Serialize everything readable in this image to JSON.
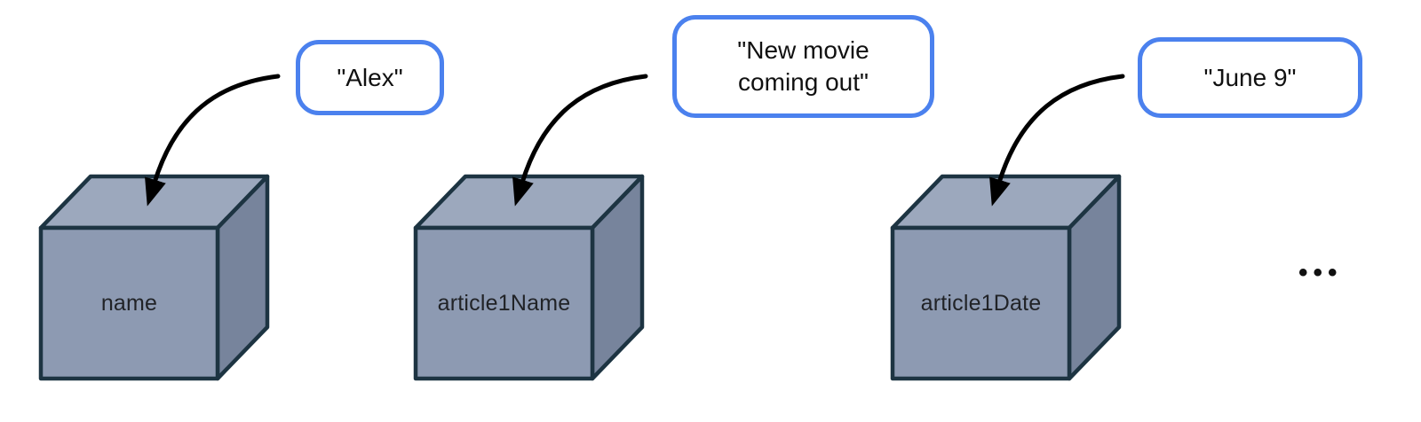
{
  "diagram": {
    "variables": [
      {
        "name": "name",
        "value": "\"Alex\""
      },
      {
        "name": "article1Name",
        "value": "\"New movie coming out\""
      },
      {
        "name": "article1Date",
        "value": "\"June 9\""
      }
    ],
    "ellipsis": "•••",
    "colors": {
      "cube_front": "#8D9AB2",
      "cube_top": "#9CA8BD",
      "cube_side": "#77849C",
      "cube_outline": "#1D3442",
      "bubble_border": "#4B81EE",
      "bubble_background": "#FFFFFF",
      "arrow": "#000000",
      "label_text": "#212327",
      "background": "#FFFFFF"
    }
  }
}
